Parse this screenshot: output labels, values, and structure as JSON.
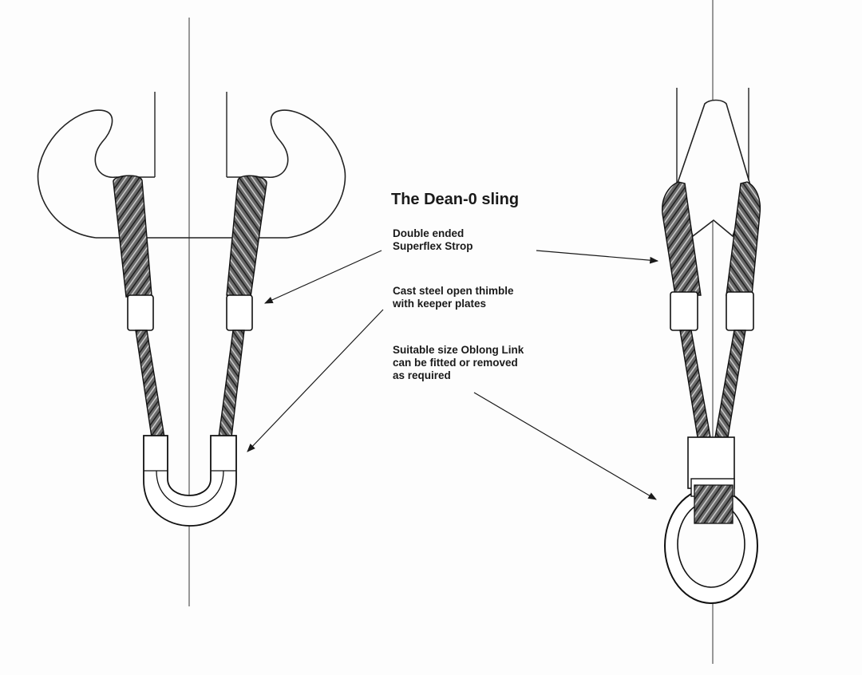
{
  "diagram": {
    "title": "The Dean-0 sling",
    "callouts": [
      {
        "label": "Double ended\nSuperflex Strop"
      },
      {
        "label": "Cast steel open thimble\nwith keeper plates"
      },
      {
        "label": "Suitable size Oblong Link\ncan be fitted or removed\nas required"
      }
    ],
    "colors": {
      "ink": "#1a1a1a",
      "paper": "#fdfdfd",
      "rope": "#555555"
    }
  }
}
